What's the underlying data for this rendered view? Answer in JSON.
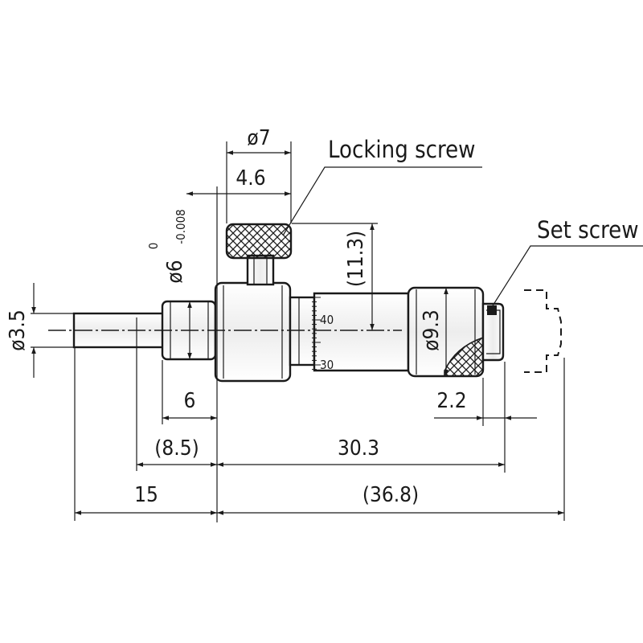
{
  "callouts": {
    "locking_screw": "Locking screw",
    "set_screw": "Set screw"
  },
  "dimensions": {
    "knob_diameter": "ø7",
    "knob_offset": "4.6",
    "spindle_diameter": "ø3.5",
    "mount_diameter": "ø6",
    "mount_tolerance_upper": "0",
    "mount_tolerance_lower": "-0.008",
    "knob_height": "(11.3)",
    "thimble_diameter": "ø9.3",
    "mount_length": "6",
    "spindle_to_mount": "(8.5)",
    "body_length": "30.3",
    "set_screw_length": "2.2",
    "spindle_length": "15",
    "overall_length": "(36.8)"
  },
  "thimble_scale": {
    "mark_upper": "40",
    "mark_lower": "30"
  },
  "colors": {
    "line": "#1a1a1a",
    "background": "#ffffff"
  }
}
